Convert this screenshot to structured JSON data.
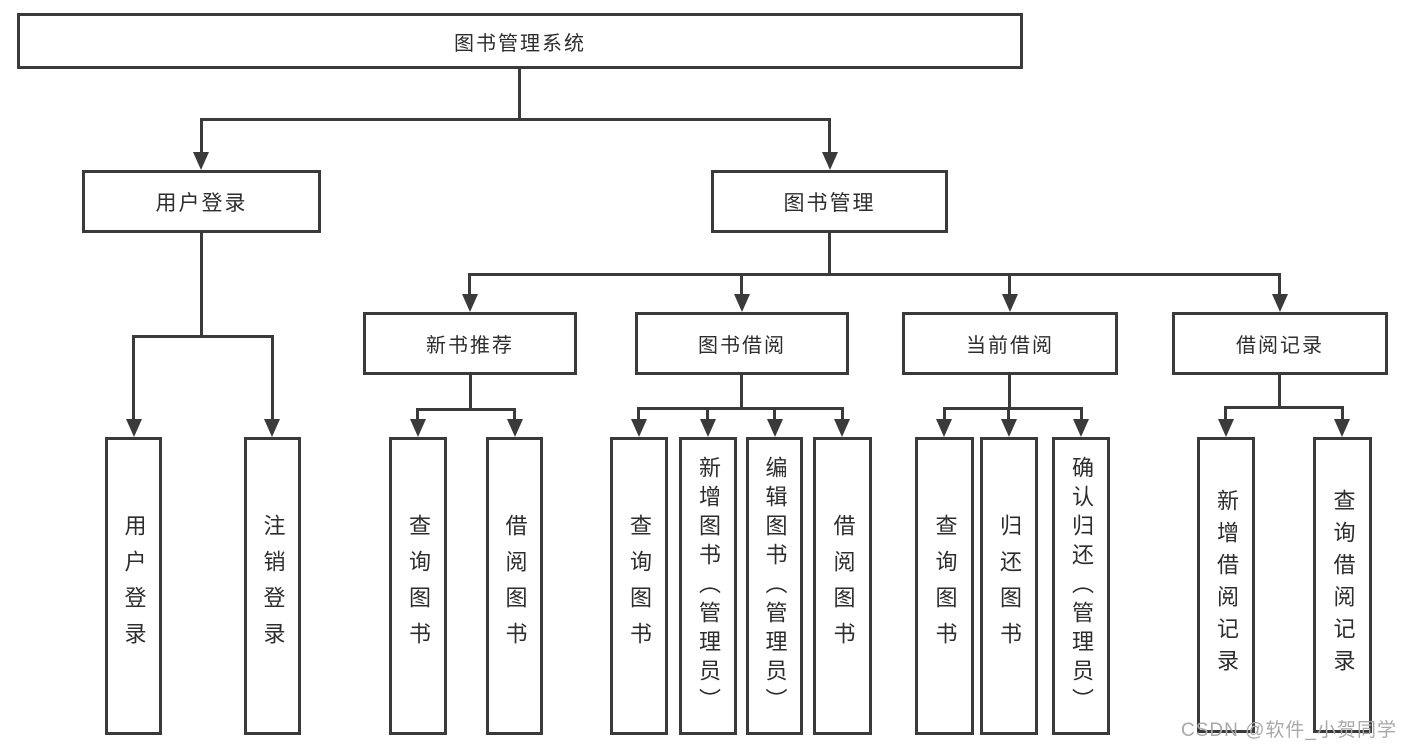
{
  "title": "图书管理系统",
  "watermark": "CSDN @软件_小贺同学",
  "colors": {
    "line": "#3a3a3a",
    "text": "#2d2d2d",
    "background": "#ffffff",
    "watermark": "#a9a9a9"
  },
  "tree": {
    "label": "图书管理系统",
    "children": [
      {
        "label": "用户登录",
        "children": [
          {
            "label": "用户登录"
          },
          {
            "label": "注销登录"
          }
        ]
      },
      {
        "label": "图书管理",
        "children": [
          {
            "label": "新书推荐",
            "children": [
              {
                "label": "查询图书"
              },
              {
                "label": "借阅图书"
              }
            ]
          },
          {
            "label": "图书借阅",
            "children": [
              {
                "label": "查询图书"
              },
              {
                "label": "新增图书（管理员）"
              },
              {
                "label": "编辑图书（管理员）"
              },
              {
                "label": "借阅图书"
              }
            ]
          },
          {
            "label": "当前借阅",
            "children": [
              {
                "label": "查询图书"
              },
              {
                "label": "归还图书"
              },
              {
                "label": "确认归还（管理员）"
              }
            ]
          },
          {
            "label": "借阅记录",
            "children": [
              {
                "label": "新增借阅记录"
              },
              {
                "label": "查询借阅记录"
              }
            ]
          }
        ]
      }
    ]
  }
}
